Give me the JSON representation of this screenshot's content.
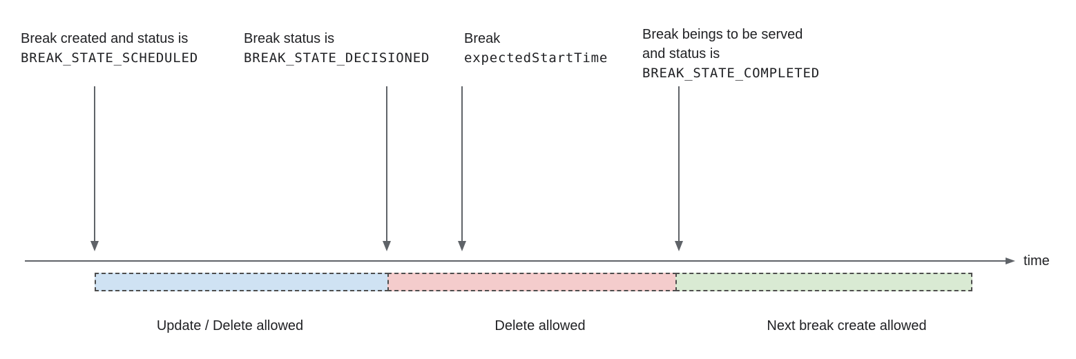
{
  "annotations": [
    {
      "id": "scheduled",
      "lines": [
        {
          "text": "Break created and status is",
          "mono": false
        },
        {
          "text": "BREAK_STATE_SCHEDULED",
          "mono": true
        }
      ]
    },
    {
      "id": "decisioned",
      "lines": [
        {
          "text": "Break status is",
          "mono": false
        },
        {
          "text": "BREAK_STATE_DECISIONED",
          "mono": true
        }
      ]
    },
    {
      "id": "expected-start-time",
      "lines": [
        {
          "text": "Break",
          "mono": false
        },
        {
          "text": "expectedStartTime",
          "mono": true
        }
      ]
    },
    {
      "id": "completed",
      "lines": [
        {
          "text": "Break beings to be served",
          "mono": false
        },
        {
          "text": "and status is",
          "mono": false
        },
        {
          "text": "BREAK_STATE_COMPLETED",
          "mono": true
        }
      ]
    }
  ],
  "timeline": {
    "label": "time",
    "line_color": "#5f6368"
  },
  "segments": [
    {
      "label": "Update / Delete allowed",
      "color": "#cfe2f3"
    },
    {
      "label": "Delete allowed",
      "color": "#f4cccc"
    },
    {
      "label": "Next break create allowed",
      "color": "#d9ead3"
    }
  ],
  "colors": {
    "text": "#202124",
    "arrow": "#5f6368",
    "dashed_border": "#4d4d4d"
  }
}
